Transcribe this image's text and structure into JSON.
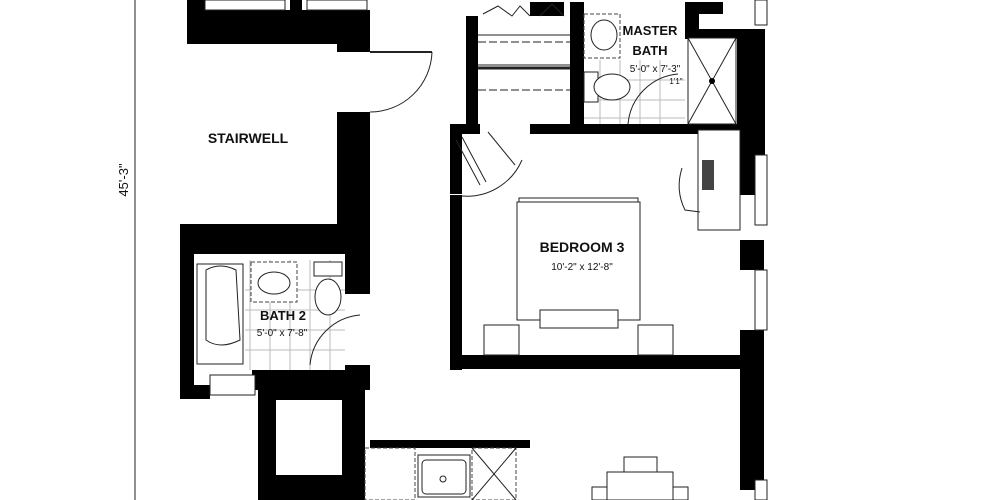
{
  "plan": {
    "overall_dimension": "45'-3\"",
    "rooms": [
      {
        "name": "STAIRWELL",
        "size": ""
      },
      {
        "name": "MASTER BATH",
        "line1": "MASTER",
        "line2": "BATH",
        "size": "5'-0\" x 7'-3\""
      },
      {
        "name": "BEDROOM 3",
        "size": "10'-2\" x 12'-8\""
      },
      {
        "name": "BATH 2",
        "size": "5'-0\" x 7'-8\""
      }
    ],
    "annotations": {
      "master_bath_door_mark": "1'1\""
    }
  },
  "colors": {
    "wall": "#000000",
    "background": "#ffffff",
    "line": "#222222",
    "tile": "#bbbbbb"
  }
}
